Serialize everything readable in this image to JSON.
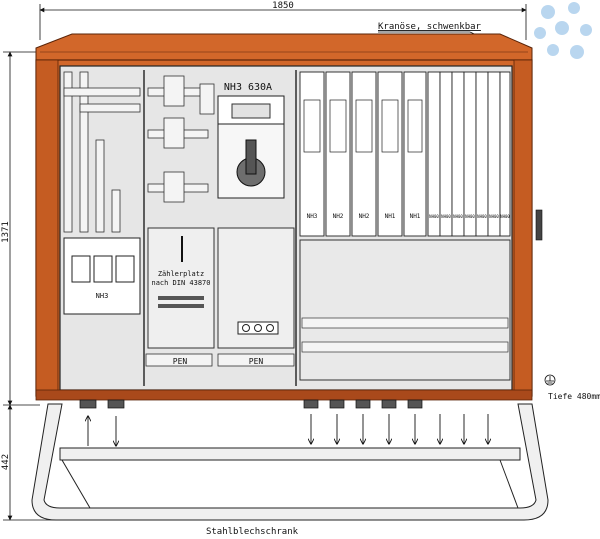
{
  "dimensions": {
    "width": "1850",
    "height": "1371",
    "leg_height": "442",
    "depth": "Tiefe 480mm"
  },
  "annotations": {
    "crane_eye": "Kranöse, schwenkbar",
    "cabinet_type": "Stahlblechschrank"
  },
  "main_switch": "NH3 630A",
  "meter": {
    "line1": "Zählerplatz",
    "line2": "nach DIN 43870"
  },
  "left_fuse_label": "NH3",
  "pen_labels": [
    "PEN",
    "PEN"
  ],
  "fuse_labels": [
    "NH3",
    "NH2",
    "NH2",
    "NH1",
    "NH1",
    "NH00",
    "NH00",
    "NH00",
    "NH00",
    "NH00",
    "NH00",
    "NH00"
  ],
  "colors": {
    "cabinet": "#d2672a",
    "cabinet_dark": "#8a3a10",
    "panel": "#e6e6e6",
    "watermark": "#b9d6ef"
  }
}
